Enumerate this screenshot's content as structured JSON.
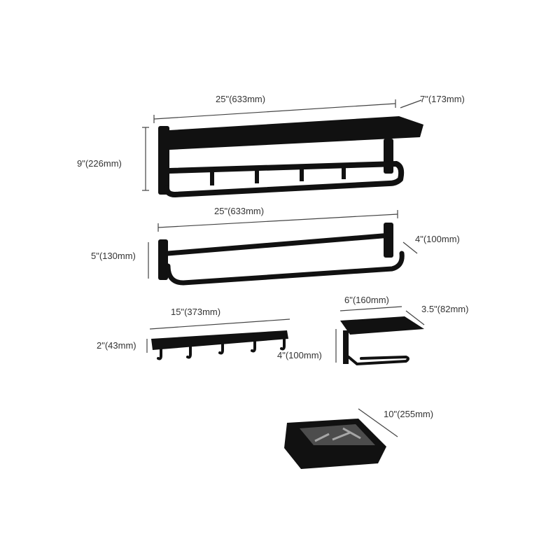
{
  "products": [
    {
      "name": "towel-rack-with-hooks",
      "width": "25\"(633mm)",
      "depth": "7\"(173mm)",
      "height": "9\"(226mm)"
    },
    {
      "name": "double-towel-bar",
      "width": "25\"(633mm)",
      "depth": "4\"(100mm)",
      "height": "5\"(130mm)"
    },
    {
      "name": "hook-rail",
      "width": "15\"(373mm)",
      "height": "2\"(43mm)"
    },
    {
      "name": "toilet-paper-holder-shelf",
      "width": "6\"(160mm)",
      "depth": "3.5\"(82mm)",
      "height": "4\"(100mm)"
    },
    {
      "name": "corner-shower-basket",
      "width": "10\"(255mm)"
    }
  ],
  "colors": {
    "product": "#111111",
    "dimension_line": "#444444",
    "background": "#ffffff"
  }
}
